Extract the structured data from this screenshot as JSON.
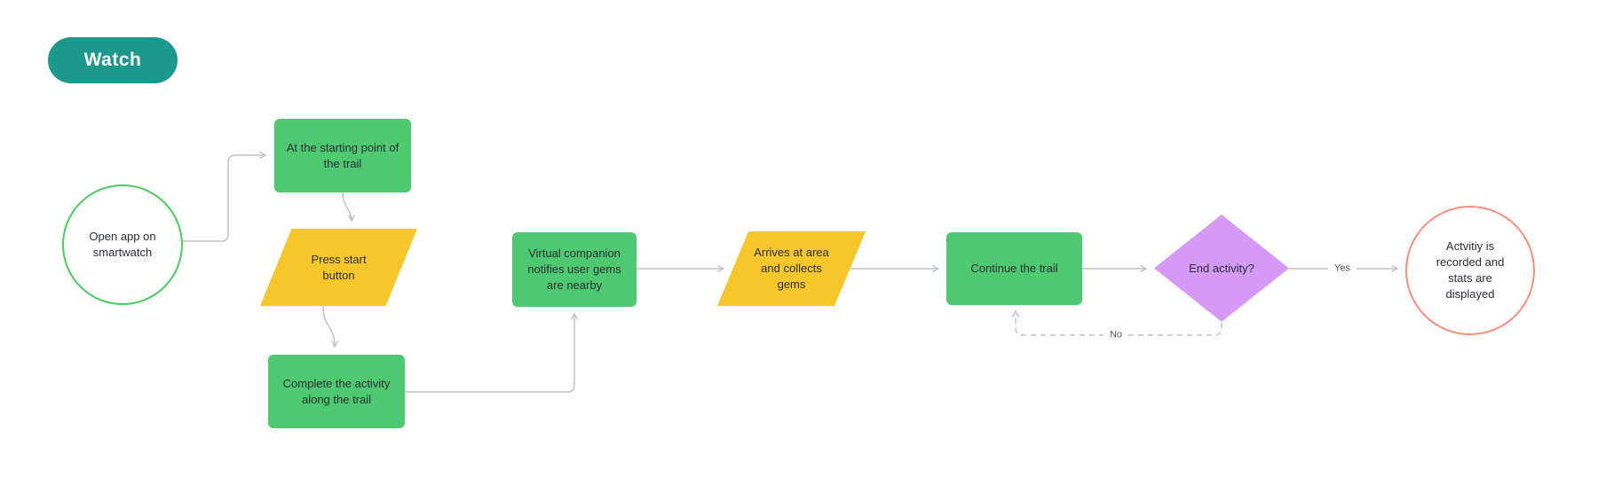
{
  "badge": {
    "label": "Watch"
  },
  "colors": {
    "badge_bg": "#1C998C",
    "process_green": "#4EC871",
    "start_circle_stroke": "#4BCC63",
    "end_circle_stroke": "#F98E7C",
    "io_yellow": "#F6C72C",
    "decision_purple": "#D59AF5",
    "connector_gray": "#C2C2C2",
    "text": "#2A2E33"
  },
  "flowchart": {
    "nodes": [
      {
        "id": "open-app",
        "shape": "circle",
        "label": "Open app on smartwatch"
      },
      {
        "id": "starting-point",
        "shape": "rectangle",
        "label": "At the starting point of the trail"
      },
      {
        "id": "press-start",
        "shape": "parallelogram",
        "label": "Press start button"
      },
      {
        "id": "complete-activity",
        "shape": "rectangle",
        "label": "Complete the activity along the trail"
      },
      {
        "id": "virtual-companion",
        "shape": "rectangle",
        "label": "Virtual companion notifies user gems are nearby"
      },
      {
        "id": "arrives-collects",
        "shape": "parallelogram",
        "label": "Arrives at area and collects gems"
      },
      {
        "id": "continue-trail",
        "shape": "rectangle",
        "label": "Continue the trail"
      },
      {
        "id": "end-activity",
        "shape": "diamond",
        "label": "End activity?"
      },
      {
        "id": "activity-recorded",
        "shape": "circle",
        "label": "Actvitiy is recorded and stats are displayed"
      }
    ],
    "edges": [
      {
        "from": "open-app",
        "to": "starting-point",
        "label": "",
        "style": "solid"
      },
      {
        "from": "starting-point",
        "to": "press-start",
        "label": "",
        "style": "solid"
      },
      {
        "from": "press-start",
        "to": "complete-activity",
        "label": "",
        "style": "solid"
      },
      {
        "from": "complete-activity",
        "to": "virtual-companion",
        "label": "",
        "style": "solid"
      },
      {
        "from": "virtual-companion",
        "to": "arrives-collects",
        "label": "",
        "style": "solid"
      },
      {
        "from": "arrives-collects",
        "to": "continue-trail",
        "label": "",
        "style": "solid"
      },
      {
        "from": "continue-trail",
        "to": "end-activity",
        "label": "",
        "style": "solid"
      },
      {
        "from": "end-activity",
        "to": "activity-recorded",
        "label": "Yes",
        "style": "solid"
      },
      {
        "from": "end-activity",
        "to": "continue-trail",
        "label": "No",
        "style": "dashed"
      }
    ]
  }
}
